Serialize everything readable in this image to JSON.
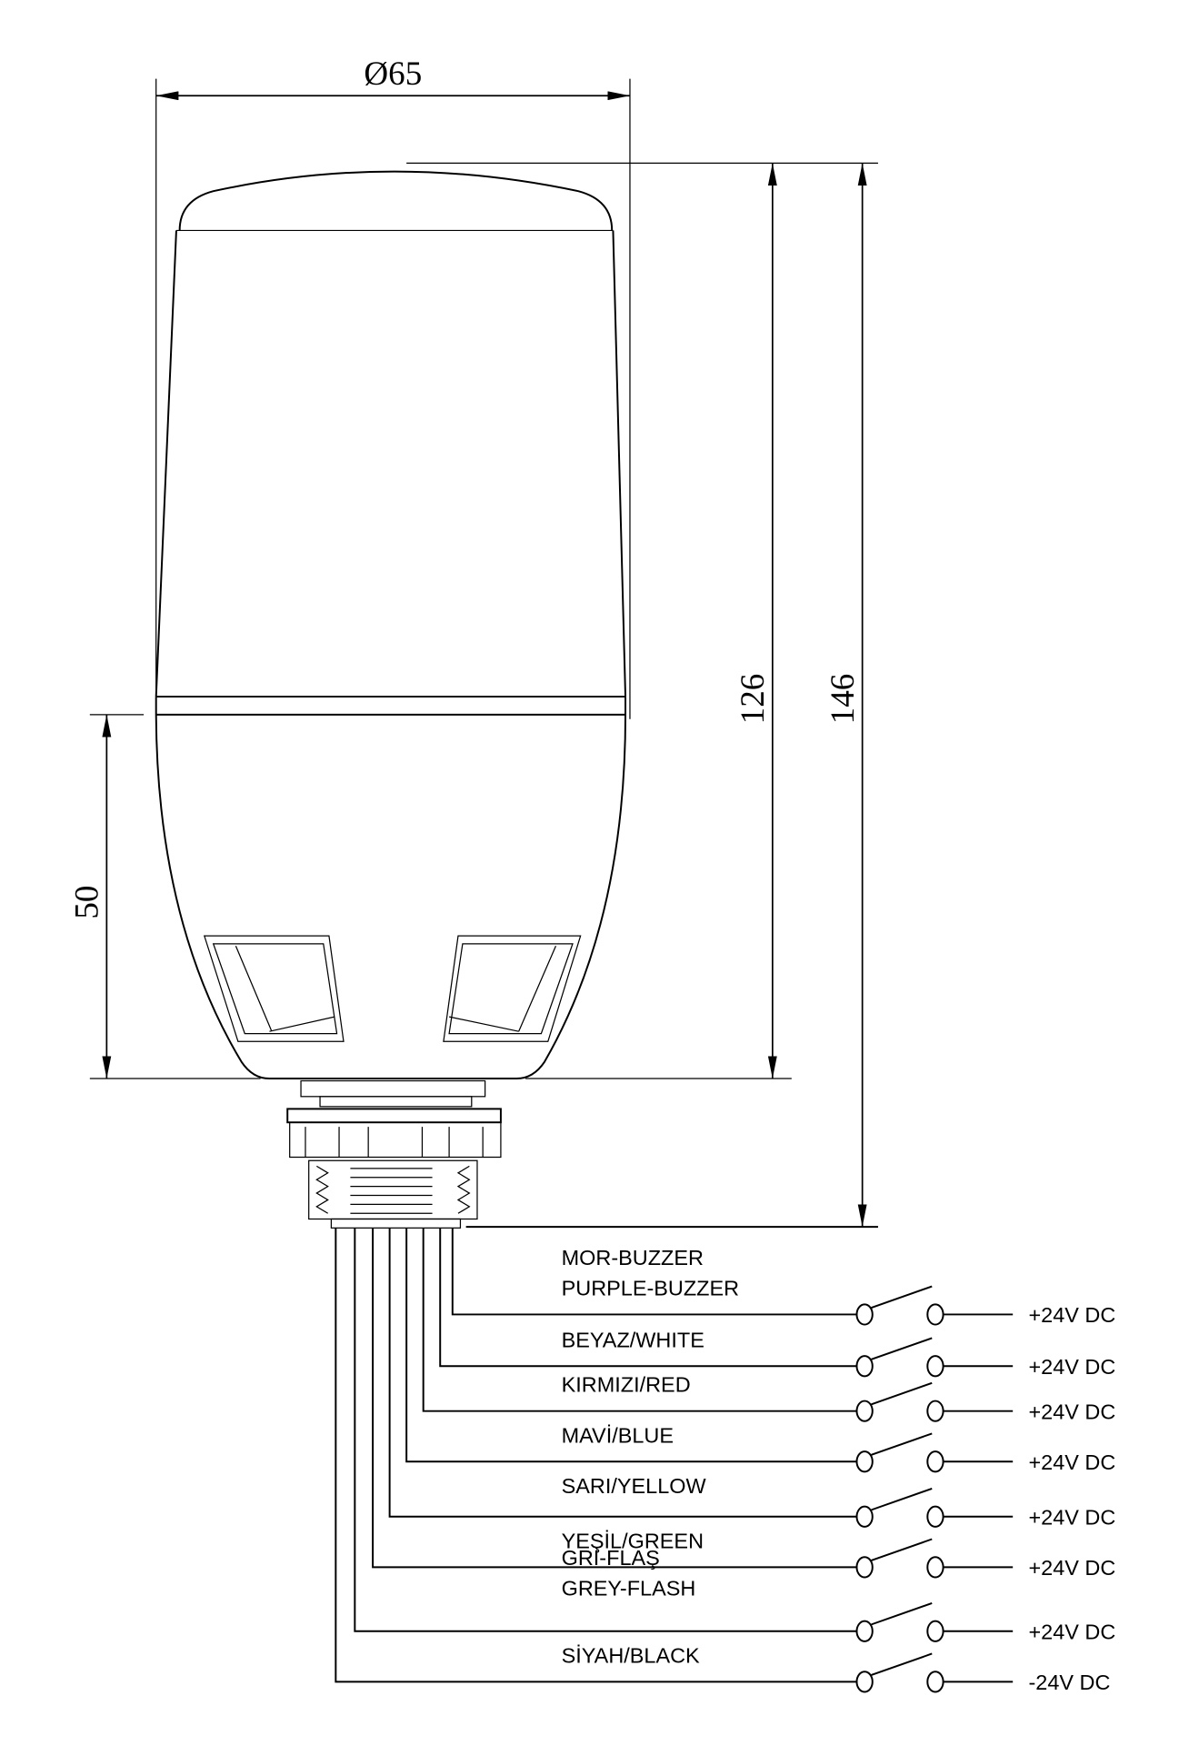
{
  "dimensions": {
    "diameter": "Ø65",
    "height_lens": "126",
    "height_total": "146",
    "height_base": "50"
  },
  "wires": [
    {
      "label_lines": [
        "MOR-BUZZER",
        "PURPLE-BUZZER"
      ],
      "supply": "+24V DC"
    },
    {
      "label_lines": [
        "BEYAZ/WHITE"
      ],
      "supply": "+24V DC"
    },
    {
      "label_lines": [
        "KIRMIZI/RED"
      ],
      "supply": "+24V DC"
    },
    {
      "label_lines": [
        "MAVİ/BLUE"
      ],
      "supply": "+24V DC"
    },
    {
      "label_lines": [
        "SARI/YELLOW"
      ],
      "supply": "+24V DC"
    },
    {
      "label_lines": [
        "YEŞİL/GREEN"
      ],
      "supply": "+24V DC"
    },
    {
      "label_lines": [
        "GRİ-FLAŞ",
        "GREY-FLASH"
      ],
      "supply": "+24V DC"
    },
    {
      "label_lines": [
        "SİYAH/BLACK"
      ],
      "supply": "-24V DC"
    }
  ]
}
